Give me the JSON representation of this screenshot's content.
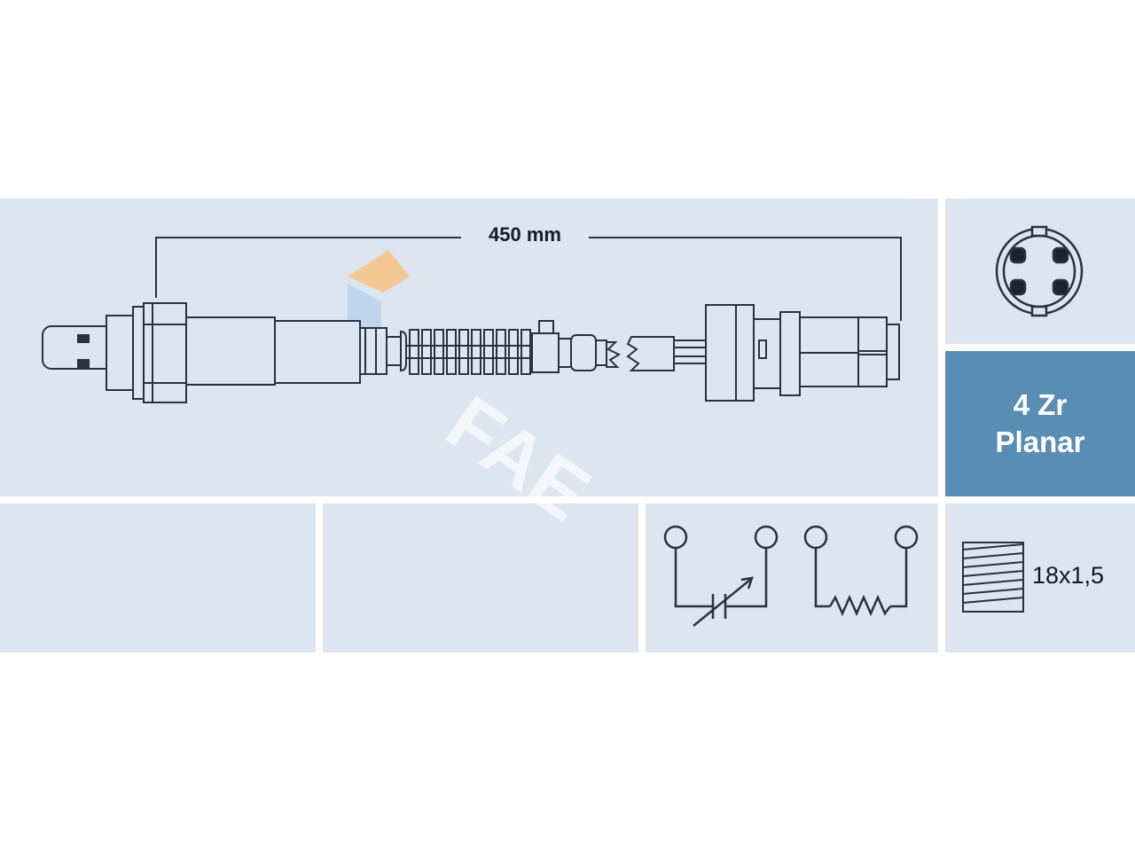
{
  "diagram": {
    "dimension_label": "450 mm",
    "sensor_type": {
      "line1": "4 Zr",
      "line2": "Planar"
    },
    "thread_label": "18x1,5",
    "watermark_brand": "FAE",
    "colors": {
      "panel_bg": "#dde5f0",
      "type_panel_bg": "#5a8db4",
      "line": "#2a3140",
      "watermark_orange": "#f5c48a",
      "watermark_blue": "#b9d4ec"
    },
    "icons": {
      "connector": "connector-4pin-icon",
      "heater": "heater-resistor-icon",
      "variable_resistor": "variable-resistor-icon",
      "thread": "thread-icon"
    }
  }
}
